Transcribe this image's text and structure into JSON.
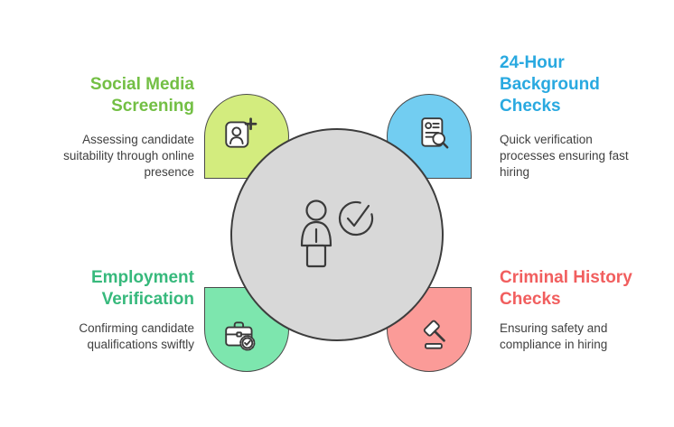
{
  "canvas": {
    "background": "#ffffff"
  },
  "center": {
    "circle_fill": "#d8d8d8",
    "circle_stroke": "#3d3d3d",
    "icon": "person-with-checkmark"
  },
  "outline_color": "#4a4a4a",
  "body_text_color": "#3f3f3f",
  "items": [
    {
      "id": "social-media-screening",
      "title": "Social Media\nScreening",
      "title_color": "#73bf44",
      "description": "Assessing candidate\nsuitability through online\npresence",
      "petal_color": "#d3ec7e",
      "icon": "person-add"
    },
    {
      "id": "24-hour-background-checks",
      "title": "24-Hour\nBackground\nChecks",
      "title_color": "#29a9e0",
      "description": "Quick verification\nprocesses ensuring fast\nhiring",
      "petal_color": "#72cdf1",
      "icon": "document-search"
    },
    {
      "id": "employment-verification",
      "title": "Employment\nVerification",
      "title_color": "#37b97c",
      "description": "Confirming candidate\nqualifications swiftly",
      "petal_color": "#7de6ae",
      "icon": "briefcase-seal"
    },
    {
      "id": "criminal-history-checks",
      "title": "Criminal History\nChecks",
      "title_color": "#f15e5e",
      "description": "Ensuring safety and\ncompliance in hiring",
      "petal_color": "#fb9b98",
      "icon": "gavel"
    }
  ]
}
